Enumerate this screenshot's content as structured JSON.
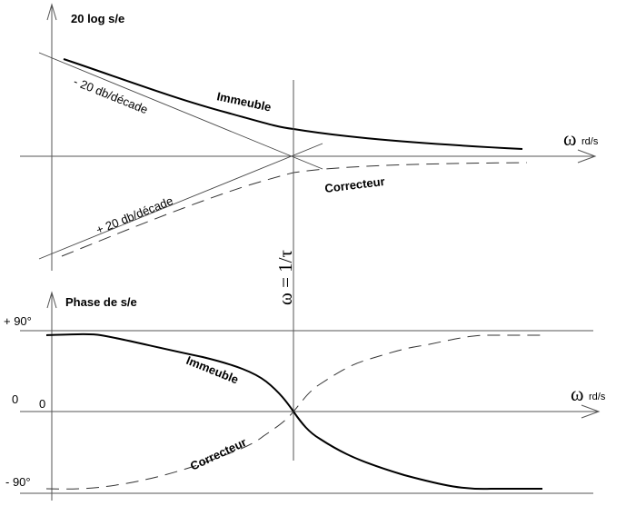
{
  "magnitude_plot": {
    "y_label": "20 log s/e",
    "x_label_symbol": "ω",
    "x_label_unit": "rd/s",
    "asymptote_down_label": "- 20 db/décade",
    "asymptote_up_label": "+ 20 db/décade",
    "curve_immeuble_label": "Immeuble",
    "curve_correcteur_label": "Correcteur"
  },
  "corner_frequency_label": "ω = 1/τ",
  "phase_plot": {
    "y_label": "Phase de s/e",
    "x_label_symbol": "ω",
    "x_label_unit": "rd/s",
    "tick_plus90": "+ 90°",
    "tick_zero_outer": "0",
    "tick_zero_inner": "0",
    "tick_minus90": "- 90°",
    "curve_immeuble_label": "Immeuble",
    "curve_correcteur_label": "Correcteur"
  }
}
